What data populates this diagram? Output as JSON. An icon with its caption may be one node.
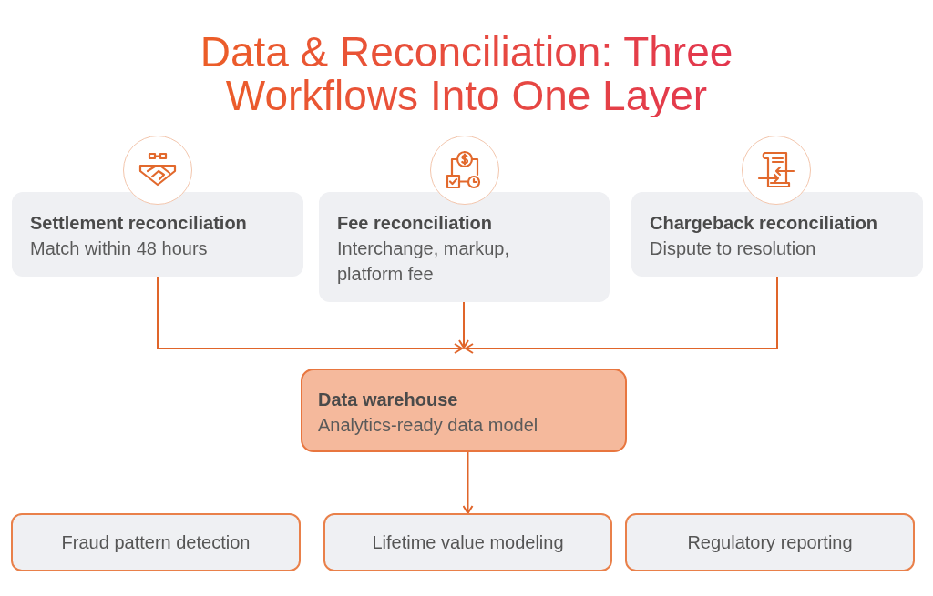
{
  "diagram": {
    "title": "Data & Reconciliation: Three Workflows Into One Layer",
    "nodes": [
      {
        "text": [
          "Settlement reconciliation",
          "Match within 48 hours"
        ]
      },
      {
        "text": [
          "Fee reconciliation",
          "Interchange, markup, platform fee"
        ]
      },
      {
        "text": [
          "Chargeback reconciliation",
          "Dispute to resolution"
        ]
      },
      {
        "text": [
          "Data warehouse",
          "Analytics-ready data model"
        ]
      },
      {
        "text": [
          "Fraud pattern detection"
        ]
      },
      {
        "text": [
          "Lifetime value modeling"
        ]
      },
      {
        "text": [
          "Regulatory reporting"
        ]
      }
    ],
    "edges": [
      {
        "from": 0,
        "to": 3,
        "arrow": "to"
      },
      {
        "from": 1,
        "to": 3,
        "arrow": "to"
      },
      {
        "from": 2,
        "to": 3,
        "arrow": "to"
      },
      {
        "from": 3,
        "to": 5,
        "arrow": "to"
      }
    ]
  }
}
